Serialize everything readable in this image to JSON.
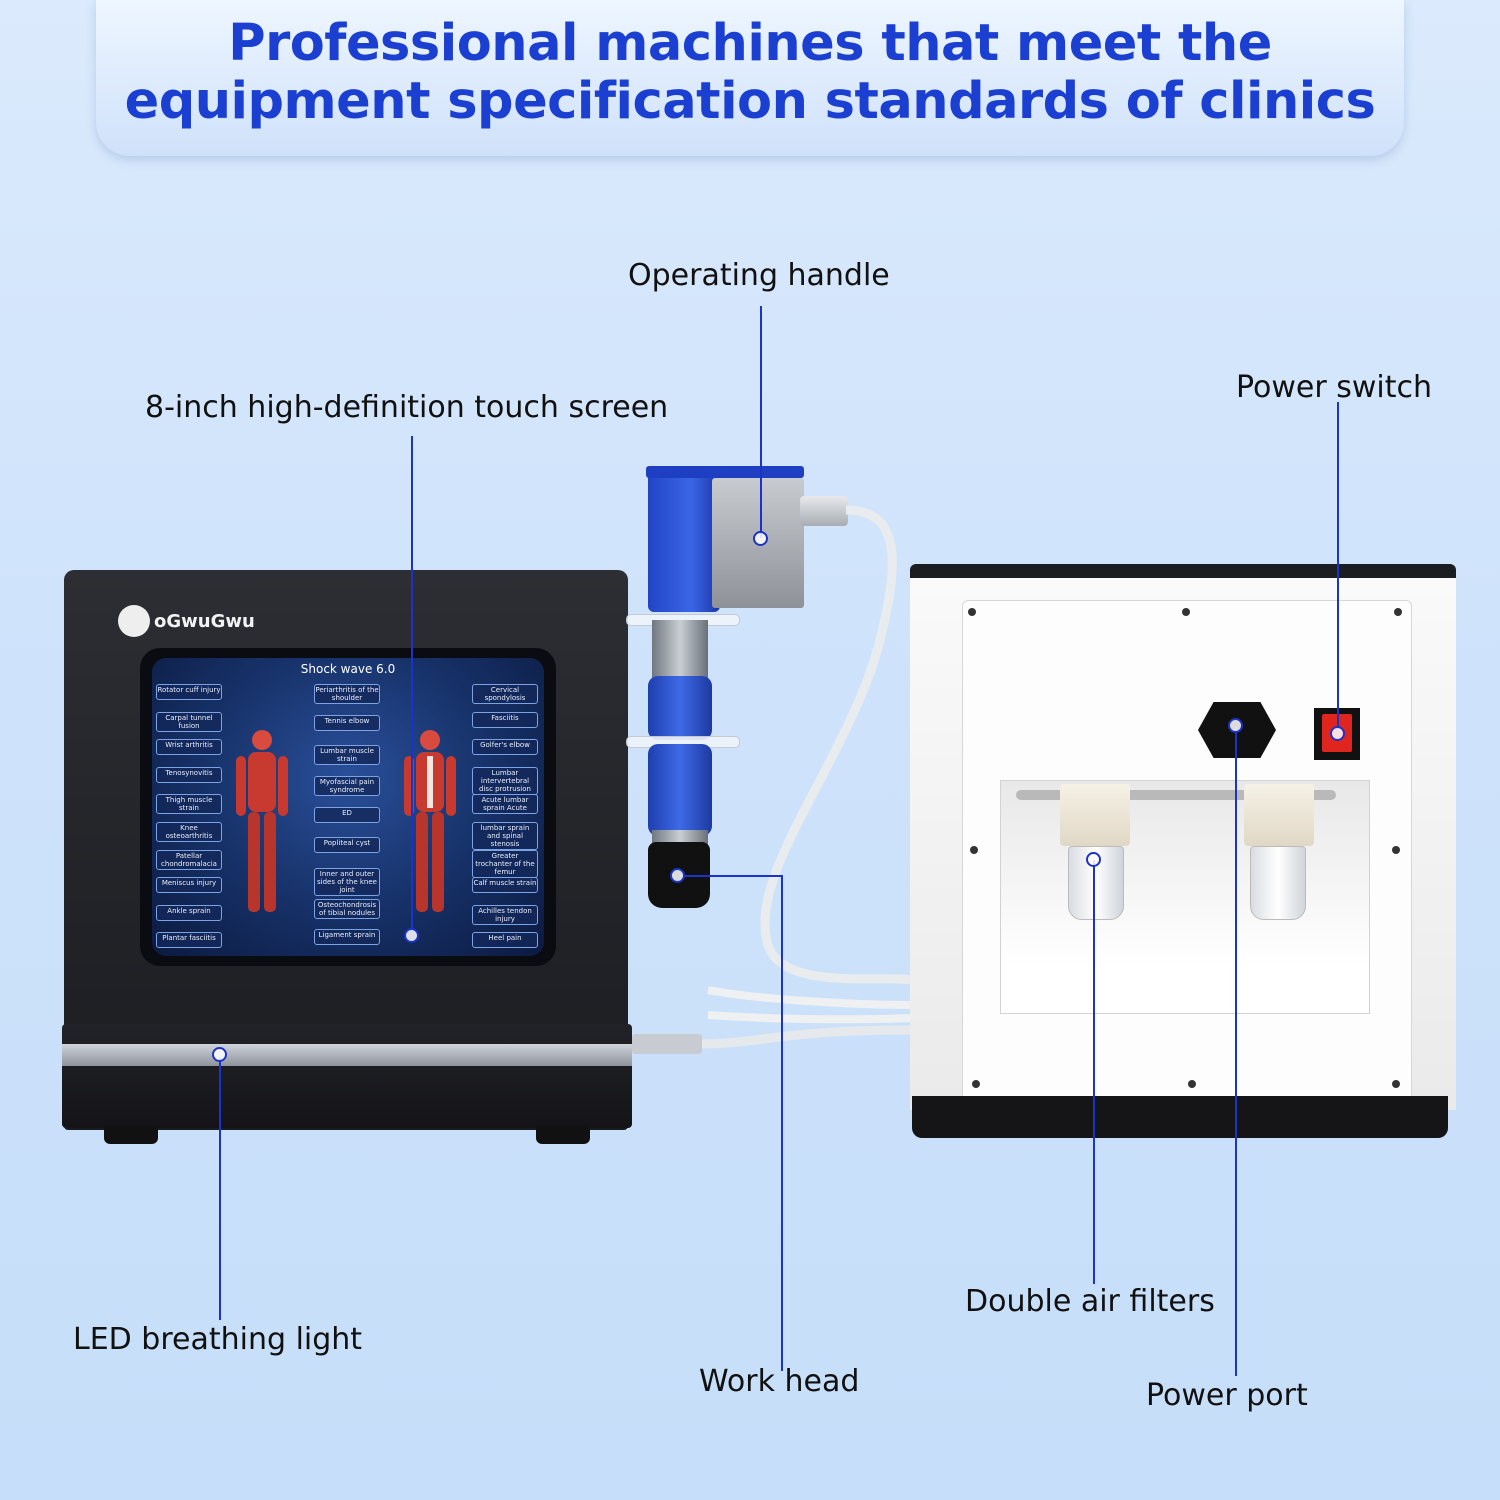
{
  "header": {
    "line1": "Professional machines that meet the",
    "line2": "equipment specification standards of clinics"
  },
  "callouts": {
    "operating_handle": "Operating handle",
    "touch_screen": "8-inch high-definition touch screen",
    "power_switch": "Power switch",
    "led_light": "LED breathing light",
    "work_head": "Work head",
    "air_filters": "Double air filters",
    "power_port": "Power port"
  },
  "device": {
    "brand": "oGwuGwu",
    "screen_title": "Shock wave 6.0",
    "left_conditions": [
      "Rotator cuff injury",
      "Carpal tunnel fusion",
      "Wrist arthritis",
      "Tenosynovitis",
      "Thigh muscle strain",
      "Knee osteoarthritis",
      "Patellar chondromalacia",
      "Meniscus injury",
      "Ankle sprain",
      "Plantar fasciitis"
    ],
    "middle_conditions": [
      "Periarthritis of the shoulder",
      "Tennis elbow",
      "Lumbar muscle strain",
      "Myofascial pain syndrome",
      "ED",
      "Popliteal cyst",
      "Inner and outer sides of the knee joint",
      "Osteochondrosis of tibial nodules",
      "Ligament sprain"
    ],
    "right_conditions": [
      "Cervical spondylosis",
      "Fasciitis",
      "Golfer's elbow",
      "Lumbar intervertebral disc protrusion",
      "Acute lumbar sprain Acute",
      "lumbar sprain and spinal stenosis",
      "Greater trochanter of the femur",
      "Calf muscle strain",
      "Achilles tendon injury",
      "Heel pain"
    ]
  },
  "colors": {
    "headline": "#1b3fd0",
    "callout_line": "#1b33c8",
    "handle_blue": "#2244c6",
    "switch_red": "#e0241e"
  }
}
